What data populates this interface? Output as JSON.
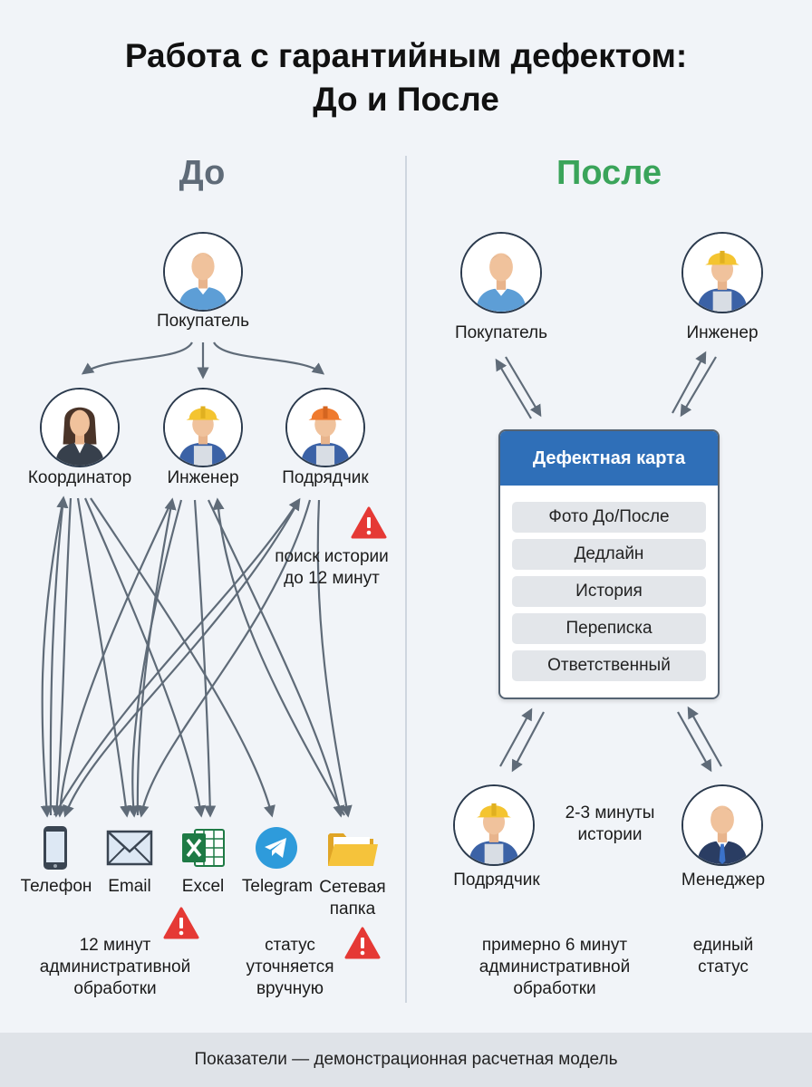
{
  "title_line1": "Работа с гарантийным дефектом:",
  "title_line2": "До и После",
  "before": {
    "heading": "До",
    "heading_color": "#5f6b78",
    "buyer": "Покупатель",
    "coordinator": "Координатор",
    "engineer": "Инженер",
    "contractor": "Подрядчик",
    "search_note": "поиск истории\nдо 12 минут",
    "channels": {
      "phone": "Телефон",
      "email": "Email",
      "excel": "Excel",
      "telegram": "Telegram",
      "folder": "Сетевая\nпапка"
    },
    "admin_note": "12 минут\nадминистративной\nобработки",
    "status_note": "статус\nуточняется\nвручную"
  },
  "after": {
    "heading": "После",
    "heading_color": "#3aa45a",
    "buyer": "Покупатель",
    "engineer": "Инженер",
    "card_title": "Дефектная карта",
    "card_rows": [
      "Фото До/После",
      "Дедлайн",
      "История",
      "Переписка",
      "Ответственный"
    ],
    "contractor": "Подрядчик",
    "manager": "Менеджер",
    "history_note": "2-3 минуты\nистории",
    "admin_note": "примерно 6 минут\nадминистративной\nобработки",
    "status_note": "единый\nстатус"
  },
  "footer": "Показатели — демонстрационная расчетная модель",
  "colors": {
    "accent_blue": "#2f6fb8",
    "warning_red": "#e53935",
    "arrow_gray": "#5f6b78"
  }
}
